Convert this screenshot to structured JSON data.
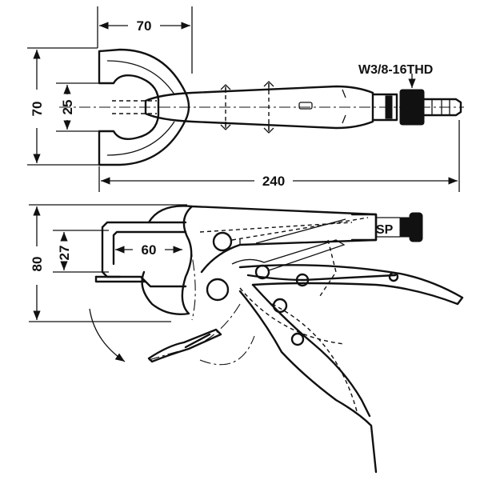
{
  "top_view": {
    "dim_width": "70",
    "dim_height": "70",
    "dim_inner": "25",
    "dim_length": "240",
    "thread_label": "W3/8-16THD"
  },
  "side_view": {
    "dim_height": "80",
    "dim_offset": "27",
    "dim_jaw": "60",
    "brand_mark": "SP"
  }
}
